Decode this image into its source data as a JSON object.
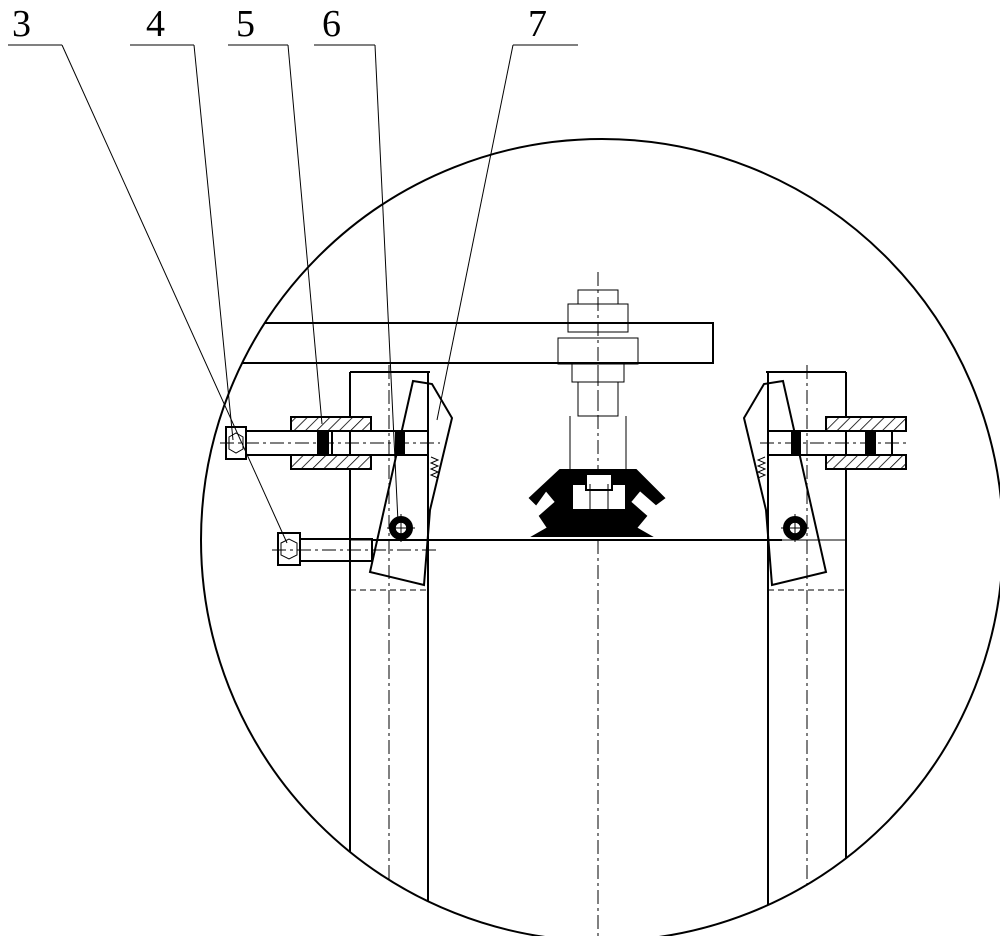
{
  "callouts": [
    {
      "id": "3",
      "text": "3"
    },
    {
      "id": "4",
      "text": "4"
    },
    {
      "id": "5",
      "text": "5"
    },
    {
      "id": "6",
      "text": "6"
    },
    {
      "id": "7",
      "text": "7"
    }
  ],
  "colors": {
    "line": "#000000",
    "background": "#ffffff"
  }
}
